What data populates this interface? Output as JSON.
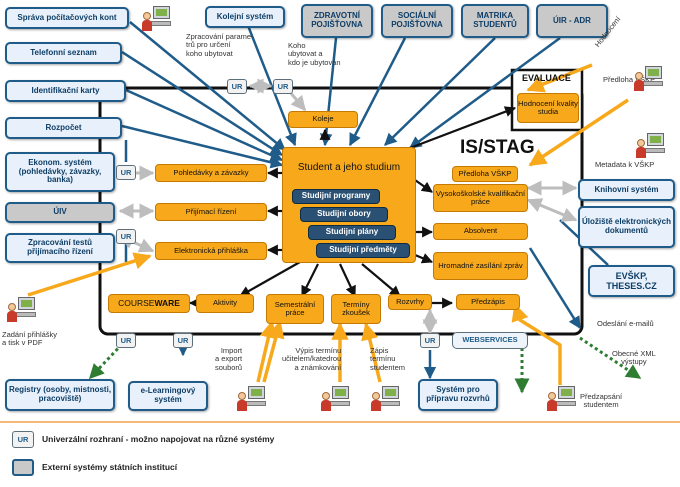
{
  "main": {
    "is_stag": "IS/STAG",
    "evaluace": "EVALUACE",
    "student": "Student a jeho studium",
    "studijni_programy": "Studijní programy",
    "studijni_obory": "Studijní obory",
    "studijni_plany": "Studijní plány",
    "studijni_predmety": "Studijní předměty"
  },
  "modules": {
    "koleje": "Koleje",
    "pohledavky": "Pohledávky a závazky",
    "prijimaci": "Přijímací řízení",
    "eprihlaska": "Elektronická přihláška",
    "hodnoceni": "Hodnocení kvality studia",
    "predloha": "Předloha VŠKP",
    "vskp": "Vysokoškolské kvalifikační práce",
    "absolvent": "Absolvent",
    "hromadne": "Hromadné zasílání zpráv",
    "courseware_a": "COURSE",
    "courseware_b": "WARE",
    "aktivity": "Aktivity",
    "semestralni": "Semestrální práce",
    "terminy": "Termíny zkoušek",
    "rozvrhy": "Rozvrhy",
    "predzapis": "Předzápis",
    "webservices": "WEBSERVICES"
  },
  "external": {
    "sprava_pc": "Správa počítačových kont",
    "telefonni": "Telefonní seznam",
    "identifikacni": "Identifikační karty",
    "rozpocet": "Rozpočet",
    "ekonom": "Ekonom. systém (pohledávky, závazky, banka)",
    "uiv": "ÚIV",
    "testy": "Zpracování testů přijímacího řízení",
    "kolejni": "Kolejní systém",
    "zdravotni": "ZDRAVOTNÍ POJIŠŤOVNA",
    "socialni": "SOCIÁLNÍ POJIŠŤOVNA",
    "matrika": "MATRIKA STUDENTŮ",
    "uir": "ÚIR - ADR",
    "knihovni": "Knihovní systém",
    "uloziste": "Úložiště elektronických dokumentů",
    "evskp": "EVŠKP, THESES.CZ",
    "registry": "Registry (osoby, mistnosti, pracoviště)",
    "elearning": "e-Learningový systém",
    "rozvrh_system": "Systém pro přípravu rozvrhů"
  },
  "ur": "UR",
  "labels": {
    "zpracovani_param": "Zpracování parame-\ntrů pro určení\nkoho ubytovat",
    "koho_ubytovano": "Koho\nubytovat a\nkdo je ubytován",
    "hodnoceni": "Hodnocení",
    "predloha_vskp": "Předloha VŠKP",
    "metadata": "Metadata k VŠKP",
    "odeslani": "Odeslání e-mailů",
    "obecne_xml": "Obecné XML\nvýstupy",
    "predzapsani": "Předzapsání\nstudentem",
    "zadani": "Zadání přihlášky\na tisk v PDF",
    "import": "Import\na export\nsouborů",
    "vypis": "Výpis termínu\nučitelem/katedrou\na známkování",
    "zapis": "Zápis\ntermínu\nstudentem"
  },
  "legend": {
    "ur_text": "Univerzální rozhraní - možno napojovat na různé systémy",
    "gov_text": "Externí systémy státních institucí"
  }
}
